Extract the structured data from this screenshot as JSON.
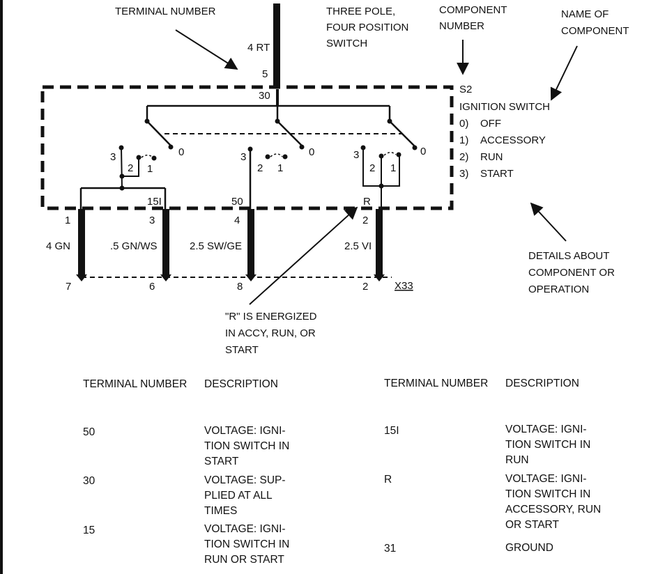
{
  "callouts": {
    "terminal_number": "TERMINAL NUMBER",
    "three_pole_switch": [
      "THREE POLE,",
      "FOUR POSITION",
      "SWITCH"
    ],
    "component_number": [
      "COMPONENT",
      "NUMBER"
    ],
    "name_of_component": [
      "NAME OF",
      "COMPONENT"
    ],
    "details": [
      "DETAILS ABOUT",
      "COMPONENT OR",
      "OPERATION"
    ],
    "r_energized": [
      "\"R\" IS ENERGIZED",
      "IN ACCY, RUN, OR",
      "START"
    ]
  },
  "component": {
    "number": "S2",
    "name": "IGNITION SWITCH",
    "positions": [
      {
        "num": "0)",
        "label": "OFF"
      },
      {
        "num": "1)",
        "label": "ACCESSORY"
      },
      {
        "num": "2)",
        "label": "RUN"
      },
      {
        "num": "3)",
        "label": "START"
      }
    ]
  },
  "wires": {
    "top": {
      "color": "4 RT",
      "terminal": "5",
      "internal": "30"
    },
    "w1": {
      "internal": "15I",
      "pin": "1",
      "color": "4 GN",
      "connector_pin": "7"
    },
    "w2": {
      "pin": "3",
      "color": ".5 GN/WS",
      "connector_pin": "6"
    },
    "w3": {
      "internal": "50",
      "pin": "4",
      "color": "2.5 SW/GE",
      "connector_pin": "8"
    },
    "w4": {
      "internal": "R",
      "pin": "2",
      "color": "2.5 VI",
      "connector_pin": "2"
    }
  },
  "switch_labels": {
    "left": [
      "3",
      "2",
      "1",
      "0"
    ],
    "middle": [
      "3",
      "2",
      "1",
      "0"
    ],
    "right": [
      "3",
      "2",
      "1",
      "0"
    ]
  },
  "connector": "X33",
  "legend": {
    "headers": [
      "TERMINAL NUMBER",
      "DESCRIPTION",
      "TERMINAL NUMBER",
      "DESCRIPTION"
    ],
    "left": [
      {
        "terminal": "50",
        "description": [
          "VOLTAGE: IGNI-",
          "TION SWITCH IN",
          "START"
        ]
      },
      {
        "terminal": "30",
        "description": [
          "VOLTAGE: SUP-",
          "PLIED AT ALL",
          "TIMES"
        ]
      },
      {
        "terminal": "15",
        "description": [
          "VOLTAGE: IGNI-",
          "TION SWITCH IN",
          "RUN OR START"
        ]
      }
    ],
    "right": [
      {
        "terminal": "15I",
        "description": [
          "VOLTAGE: IGNI-",
          "TION SWITCH IN",
          "RUN"
        ]
      },
      {
        "terminal": "R",
        "description": [
          "VOLTAGE: IGNI-",
          "TION SWITCH IN",
          "ACCESSORY, RUN",
          "OR START"
        ]
      },
      {
        "terminal": "31",
        "description": [
          "GROUND"
        ]
      }
    ]
  }
}
